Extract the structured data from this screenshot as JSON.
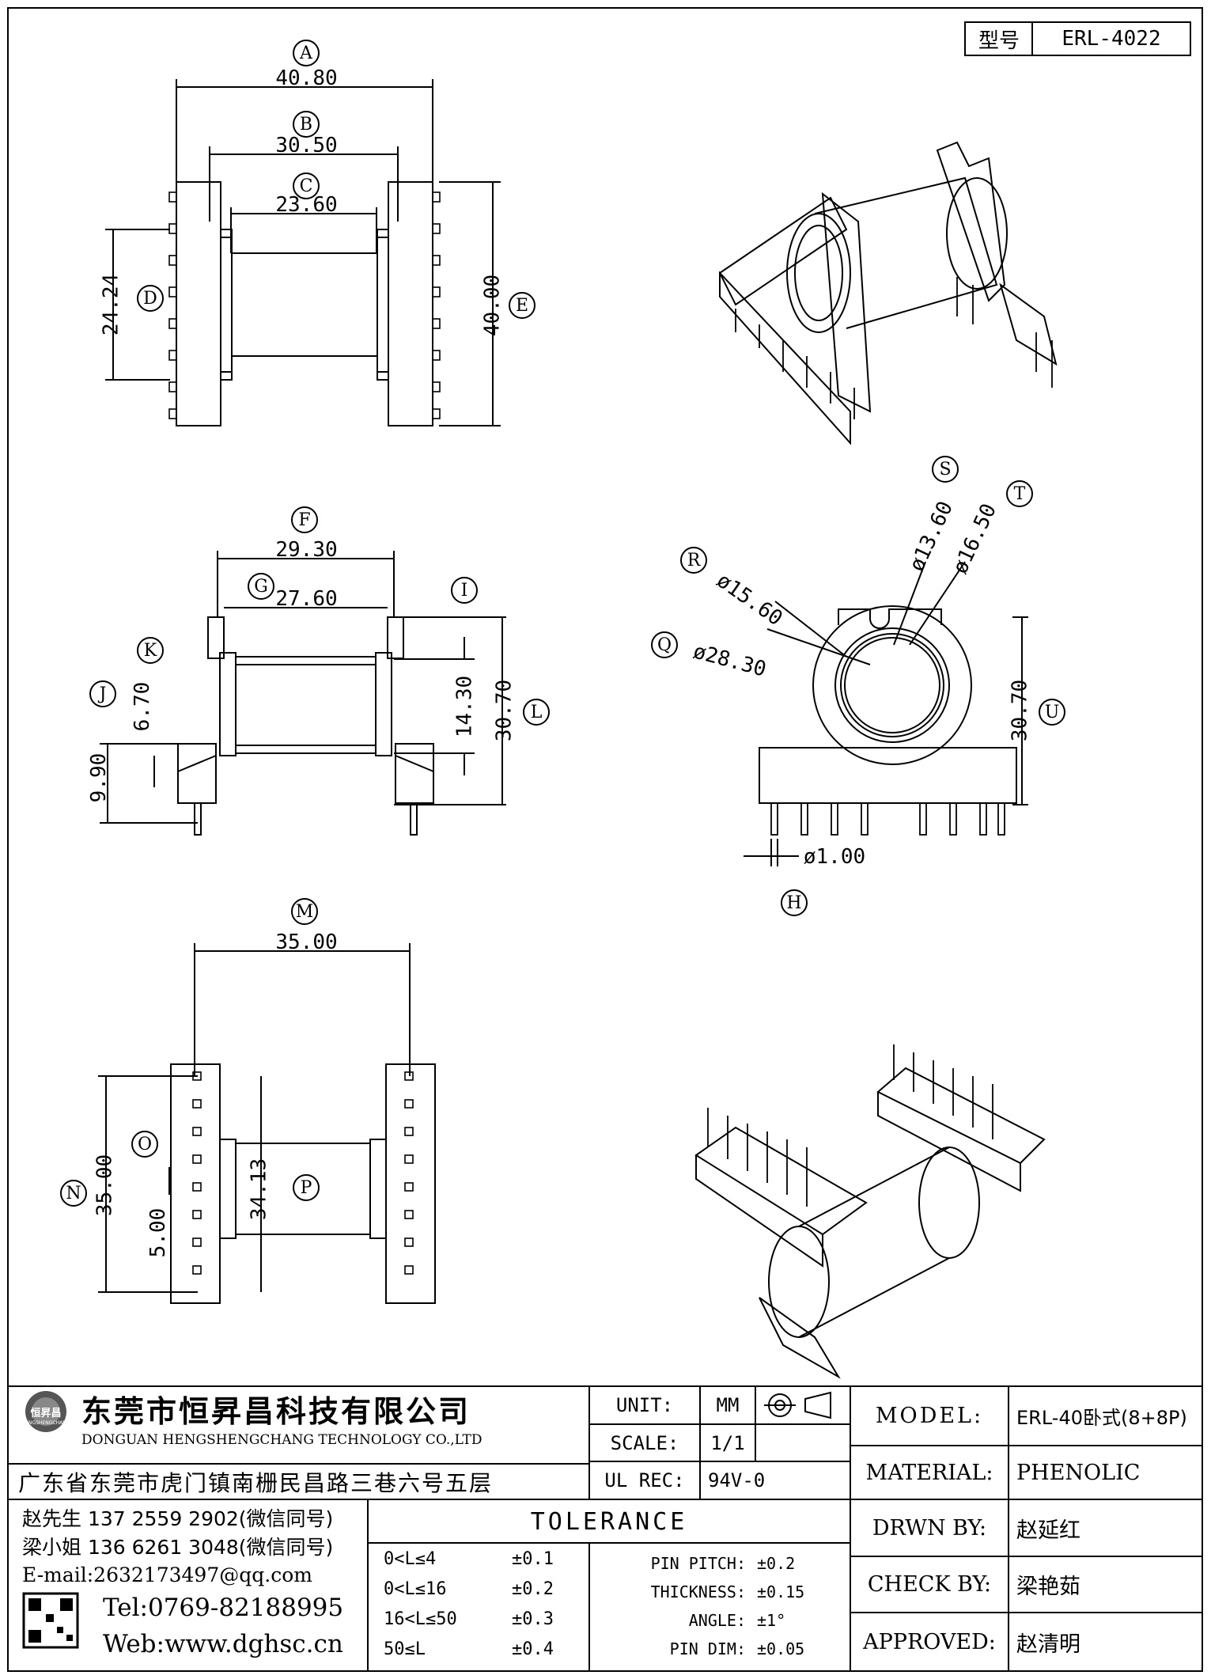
{
  "header": {
    "type_label": "型号",
    "part_number": "ERL-4022"
  },
  "views": {
    "top": {
      "A": {
        "label": "A",
        "value": "40.80"
      },
      "B": {
        "label": "B",
        "value": "30.50"
      },
      "C": {
        "label": "C",
        "value": "23.60"
      },
      "D": {
        "label": "D",
        "value": "24.24"
      },
      "E": {
        "label": "E",
        "value": "40.00"
      }
    },
    "side": {
      "F": {
        "label": "F",
        "value": "29.30"
      },
      "G": {
        "label": "G",
        "value": "27.60"
      },
      "I": {
        "label": "I"
      },
      "K": {
        "label": "K",
        "value": "6.70"
      },
      "J": {
        "label": "J",
        "value": "9.90"
      },
      "I_value": "14.30",
      "L": {
        "label": "L",
        "value": "30.70"
      }
    },
    "front": {
      "S": {
        "label": "S",
        "value": "ø13.60"
      },
      "T": {
        "label": "T",
        "value": "ø16.50"
      },
      "R": {
        "label": "R",
        "value": "ø15.60"
      },
      "Q": {
        "label": "Q",
        "value": "ø28.30"
      },
      "U": {
        "label": "U",
        "value": "30.70"
      },
      "H": {
        "label": "H",
        "value": "ø1.00"
      }
    },
    "bottom": {
      "M": {
        "label": "M",
        "value": "35.00"
      },
      "N": {
        "label": "N",
        "value": "35.00"
      },
      "O": {
        "label": "O",
        "value": "5.00"
      },
      "P": {
        "label": "P",
        "value": "34.13"
      }
    }
  },
  "company": {
    "name_cn": "东莞市恒昇昌科技有限公司",
    "name_en": "DONGUAN HENGSHENGCHANG TECHNOLOGY CO.,LTD",
    "address": "广东省东莞市虎门镇南栅民昌路三巷六号五层",
    "logo_text": "恒昇昌",
    "logo_sub": "HENGSHENGCHANG",
    "contact1": "赵先生 137 2559 2902(微信同号)",
    "contact2": "梁小姐 136 6261 3048(微信同号)",
    "email": "E-mail:2632173497@qq.com",
    "tel": "Tel:0769-82188995",
    "web": "Web:www.dghsc.cn"
  },
  "spec": {
    "unit_label": "UNIT:",
    "unit_value": "MM",
    "scale_label": "SCALE:",
    "scale_value": "1/1",
    "ul_label": "UL REC:",
    "ul_value": "94V-0"
  },
  "tolerance": {
    "title": "TOLERANCE",
    "rows": [
      {
        "range": "0<L≤4",
        "value": "±0.1"
      },
      {
        "range": "0<L≤16",
        "value": "±0.2"
      },
      {
        "range": "16<L≤50",
        "value": "±0.3"
      },
      {
        "range": "50≤L",
        "value": "±0.4"
      }
    ],
    "pin": [
      {
        "label": "PIN PITCH:",
        "value": "±0.2"
      },
      {
        "label": "THICKNESS:",
        "value": "±0.15"
      },
      {
        "label": "ANGLE:",
        "value": "±1°"
      },
      {
        "label": "PIN DIM:",
        "value": "±0.05"
      }
    ]
  },
  "titleblock": {
    "model_label": "MODEL:",
    "model_value": "ERL-40卧式(8+8P)",
    "material_label": "MATERIAL:",
    "material_value": "PHENOLIC",
    "drawn_label": "DRWN BY:",
    "drawn_value": "赵延红",
    "check_label": "CHECK BY:",
    "check_value": "梁艳茹",
    "approved_label": "APPROVED:",
    "approved_value": "赵清明"
  }
}
